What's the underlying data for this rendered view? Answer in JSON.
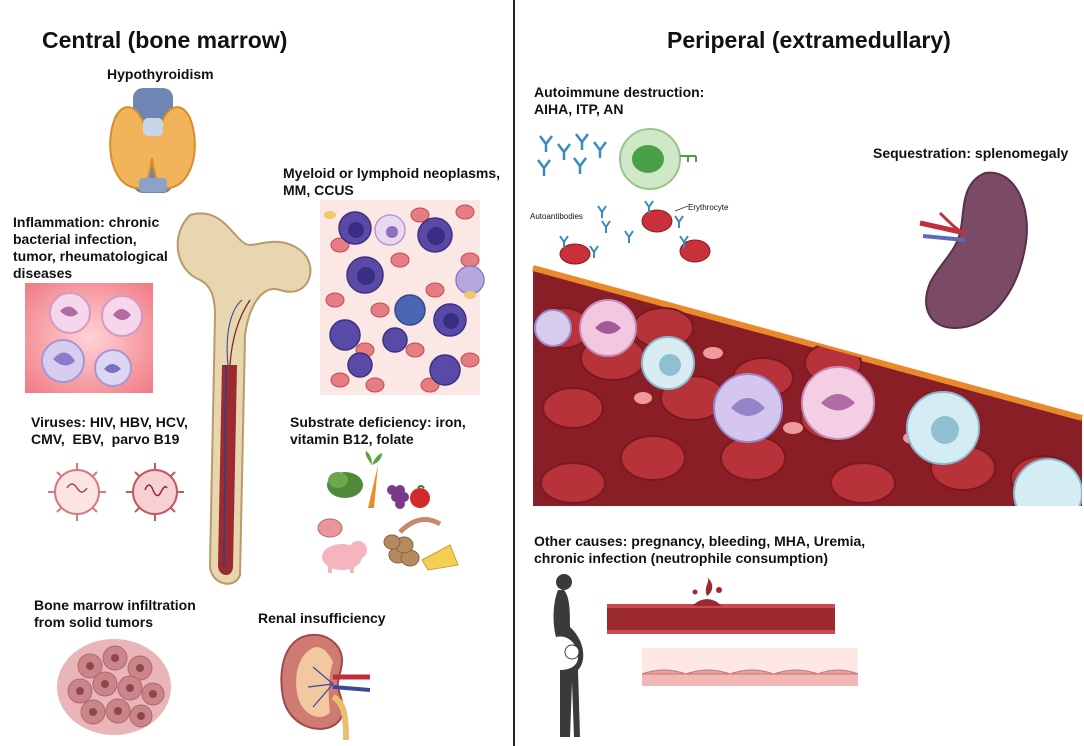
{
  "left": {
    "title": "Central (bone marrow)",
    "labels": {
      "hypothyroidism": "Hypothyroidism",
      "neoplasms": "Myeloid or lymphoid neoplasms,\nMM, CCUS",
      "inflammation": "Inflammation: chronic\nbacterial infection,\ntumor, rheumatological\ndiseases",
      "viruses": "Viruses: HIV, HBV, HCV,\nCMV,  EBV,  parvo B19",
      "substrate": "Substrate deficiency: iron,\nvitamin B12, folate",
      "infiltration": "Bone marrow infiltration\nfrom solid tumors",
      "renal": "Renal insufficiency"
    }
  },
  "right": {
    "title": "Periperal (extramedullary)",
    "labels": {
      "autoimmune": "Autoimmune destruction:\nAIHA, ITP, AN",
      "autoantibodies": "Autoantibodies",
      "erythrocyte": "Erythrocyte",
      "sequestration": "Sequestration: splenomegaly",
      "other": "Other causes: pregnancy, bleeding, MHA, Uremia,\nchronic infection (neutrophile consumption)"
    }
  },
  "colors": {
    "bone": "#e8d6b0",
    "marrow": "#9c2b2f",
    "rbc": "#b8323a",
    "neoplasm_cell": "#5a4aa8",
    "spleen": "#7a4a66",
    "thyroid": "#f2b45a"
  }
}
